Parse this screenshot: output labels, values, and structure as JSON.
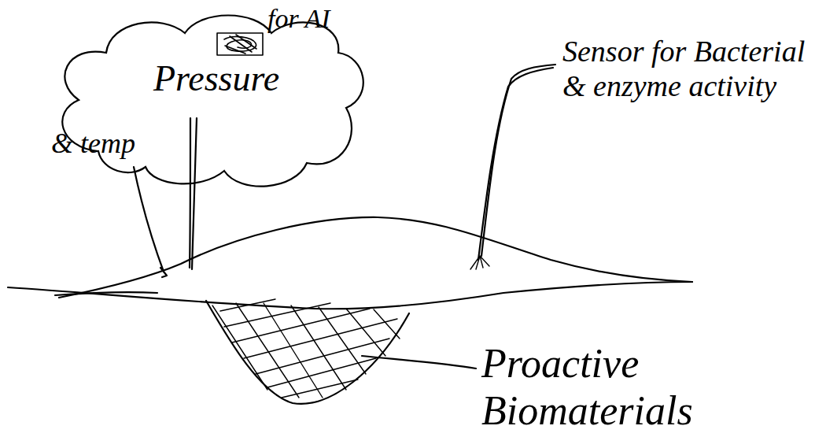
{
  "diagram": {
    "nodes": [
      {
        "text": [
          "Pressure",
          "& temp",
          "for AI"
        ]
      }
    ],
    "labels": [
      "Sensor for Bacterial & enzyme activity",
      "Proactive Biomaterials"
    ]
  }
}
